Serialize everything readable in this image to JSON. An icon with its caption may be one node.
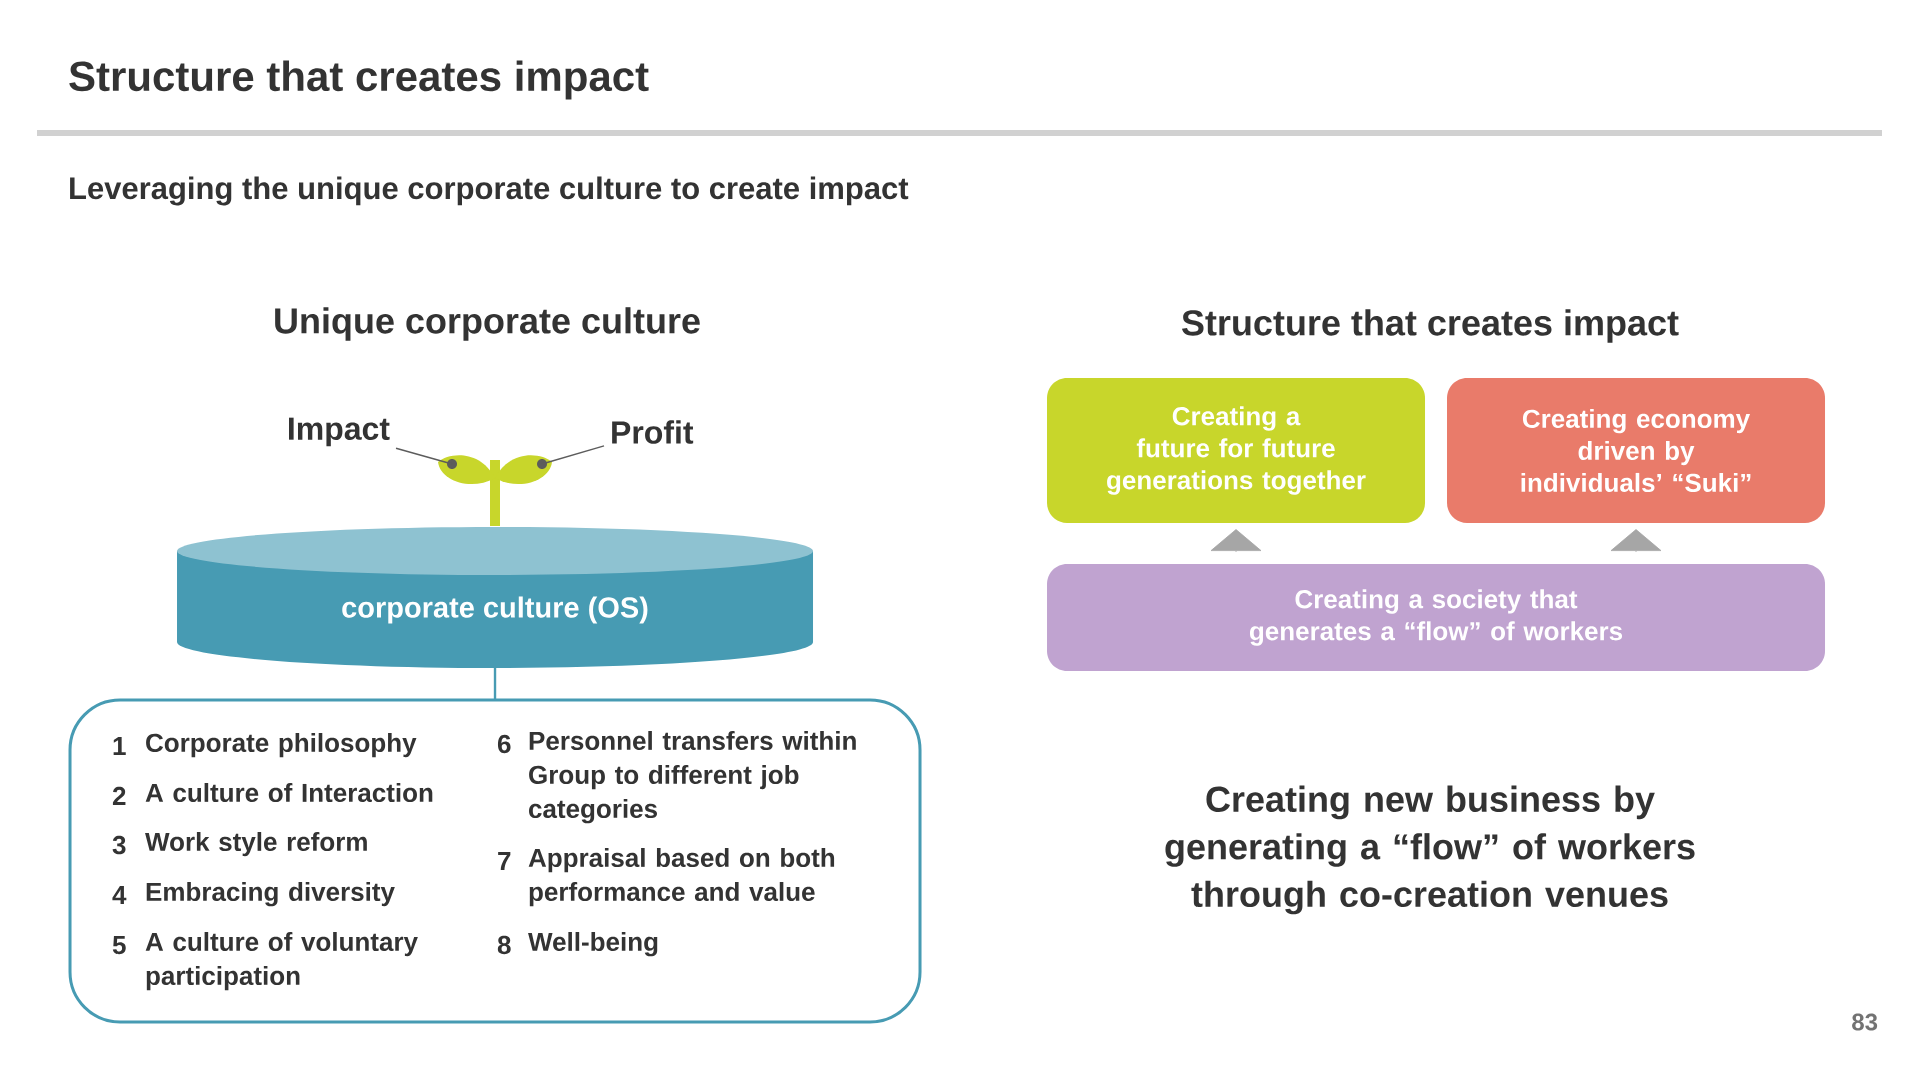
{
  "diagram": {
    "title": "Structure that creates impact",
    "nodes": [
      {
        "text": [
          "Impact"
        ]
      },
      {
        "text": [
          "Profit"
        ]
      },
      {
        "text": [],
        "shape": "picture"
      },
      {
        "text": [
          "corporate culture (OS)"
        ]
      },
      {
        "text": [
          "1",
          "Corporate philosophy",
          "2",
          "A culture of Interaction",
          "3",
          "Work style reform",
          "4",
          "Embracing diversity",
          "5",
          "A culture of voluntary participation",
          "6",
          "Personnel transfers within Group to different job categories",
          "7",
          "Appraisal based on both performance and value",
          "8",
          "Well-being"
        ]
      },
      {
        "text": [
          "Creating a future for future generations together"
        ]
      },
      {
        "text": [
          "Creating economy driven by individuals’ “Suki”"
        ]
      },
      {
        "text": [
          "Creating a society that generates a “flow” of workers"
        ]
      }
    ],
    "edges": [
      {
        "from": 0,
        "to": 2,
        "arrow": "none"
      },
      {
        "from": 1,
        "to": 2,
        "arrow": "none"
      },
      {
        "from": 3,
        "to": 4,
        "arrow": "none"
      },
      {
        "from": 7,
        "to": 5,
        "arrow": "to"
      },
      {
        "from": 7,
        "to": 6,
        "arrow": "to"
      }
    ],
    "labels": [
      "Leveraging the unique corporate culture to create impact",
      "Unique corporate culture",
      "Structure that creates impact",
      "Creating new business by generating a “flow” of workers through co-creation venues",
      "83"
    ]
  }
}
